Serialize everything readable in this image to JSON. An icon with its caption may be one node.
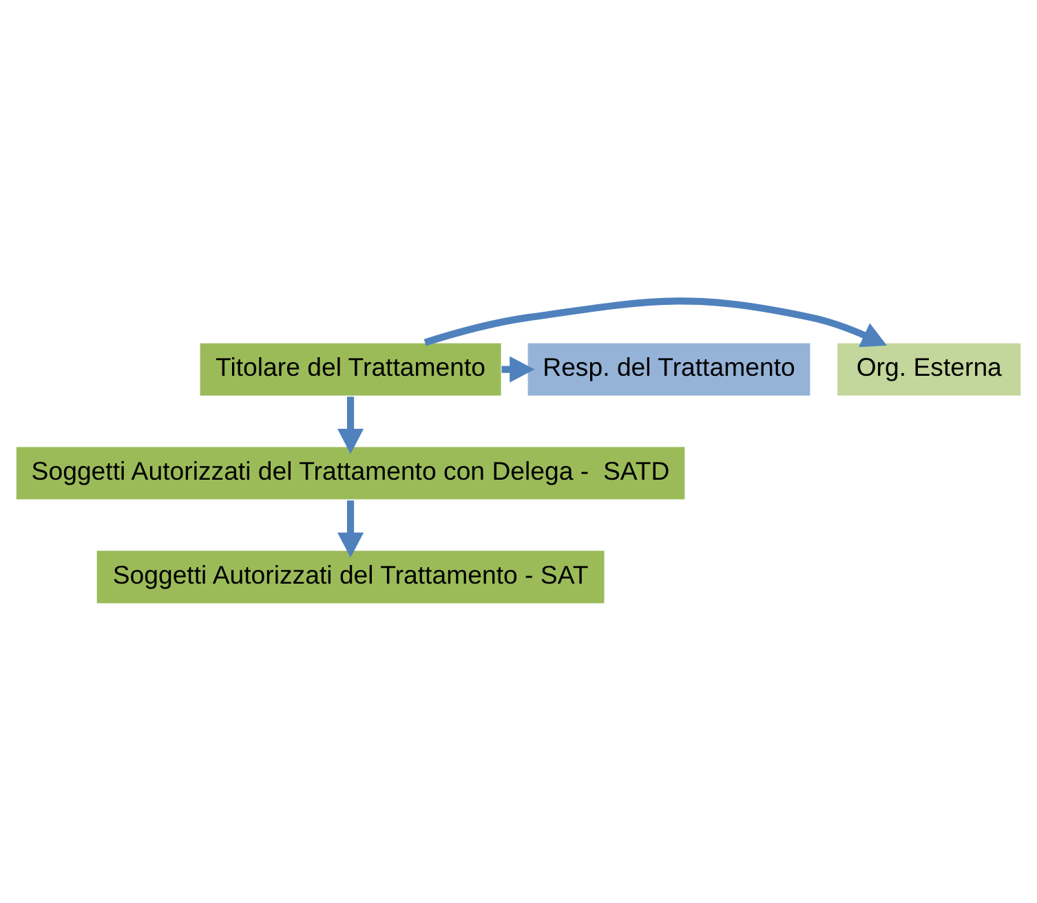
{
  "diagram": {
    "nodes": [
      {
        "text": [
          "Titolare del Trattamento"
        ]
      },
      {
        "text": [
          "Org. Esterna"
        ]
      },
      {
        "text": [
          "Resp. del Trattamento"
        ]
      },
      {
        "text": [
          "Soggetti Autorizzati del Trattamento con Delega -  SATD"
        ]
      },
      {
        "text": [
          "Soggetti Autorizzati del Trattamento - SAT"
        ]
      }
    ],
    "edges": [
      {
        "from": 0,
        "to": 1,
        "arrow": "to"
      },
      {
        "from": 0,
        "to": 2,
        "arrow": "to"
      },
      {
        "from": 0,
        "to": 3,
        "arrow": "to"
      },
      {
        "from": 3,
        "to": 4,
        "arrow": "to"
      }
    ]
  }
}
